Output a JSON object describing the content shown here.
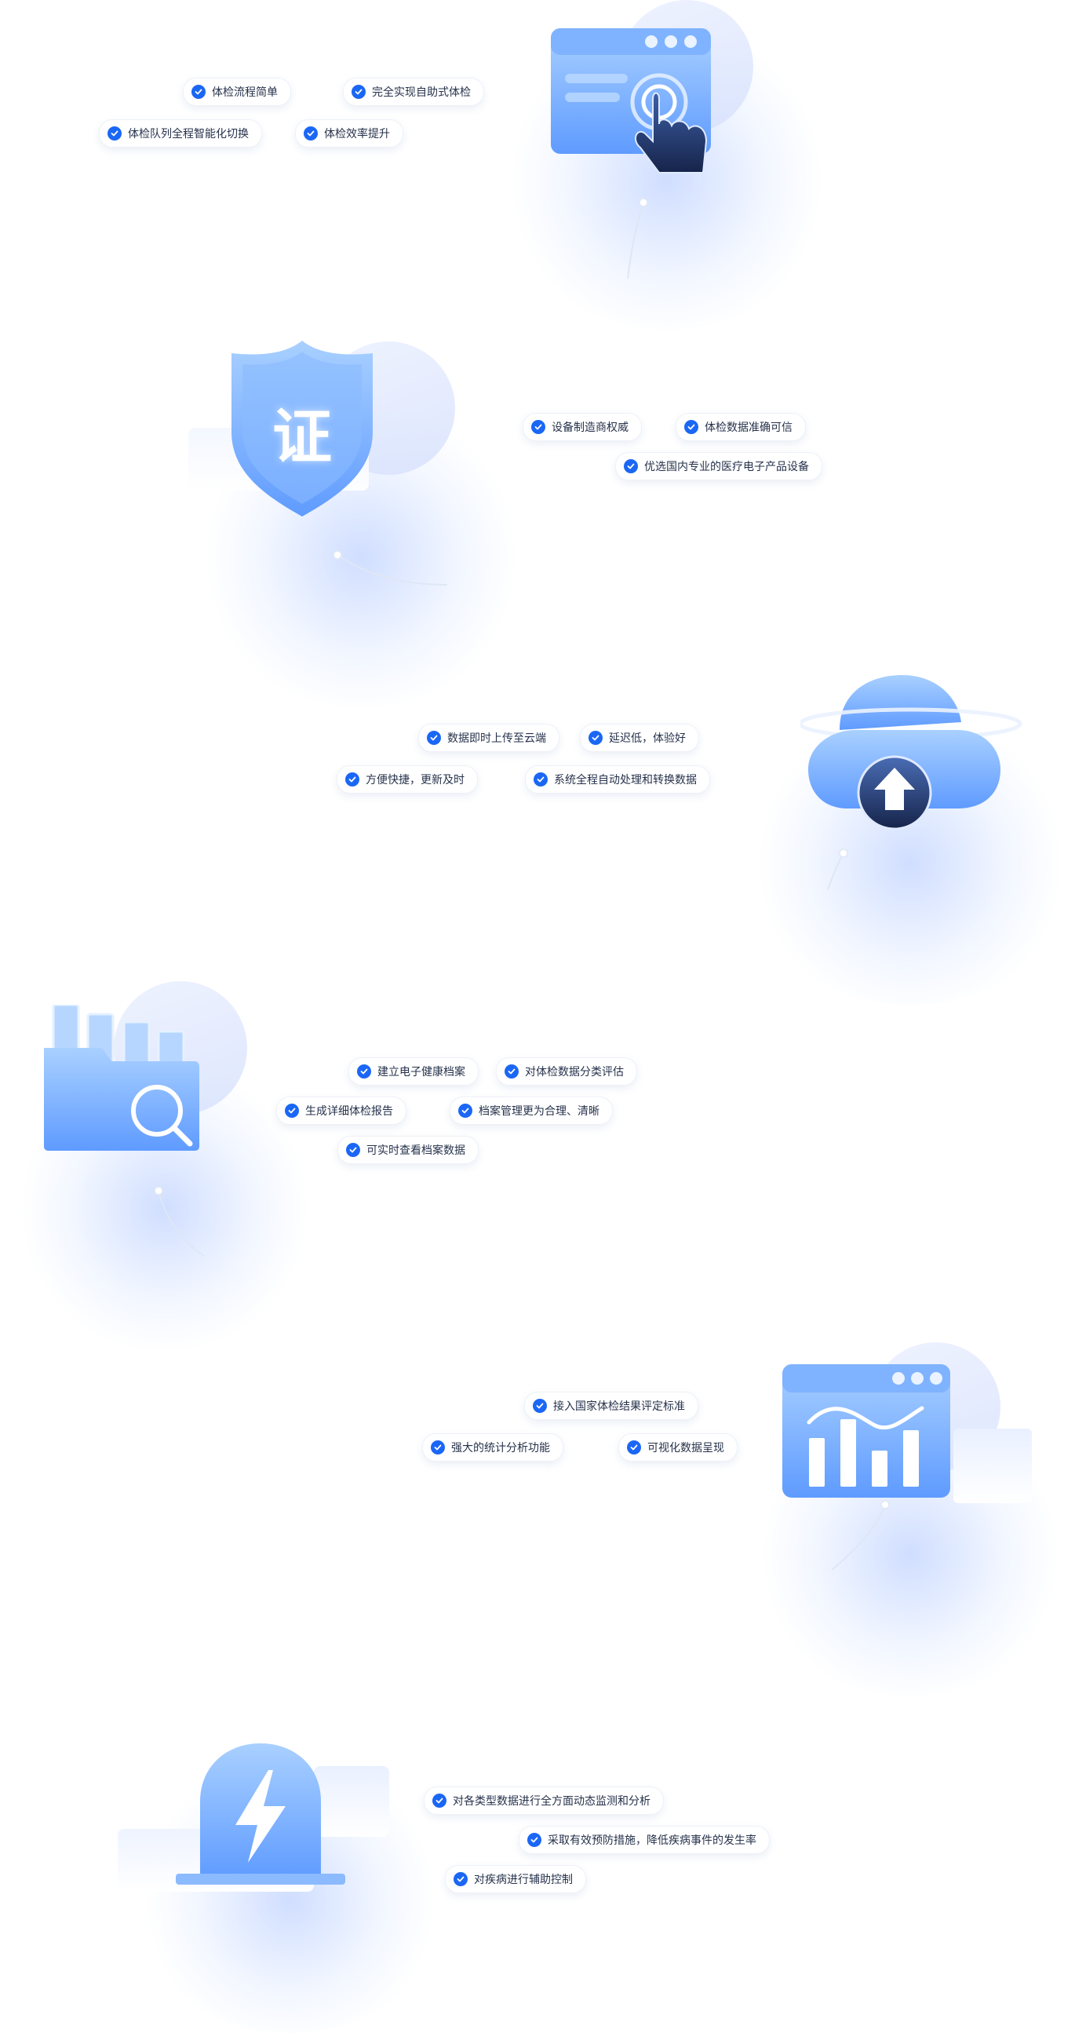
{
  "sections": [
    {
      "id": "self-service",
      "icon": "touch-screen-icon",
      "features": [
        "体检流程简单",
        "完全实现自助式体检",
        "体检队列全程智能化切换",
        "体检效率提升"
      ]
    },
    {
      "id": "certified",
      "icon": "certificate-shield-icon",
      "badge_char": "证",
      "features": [
        "设备制造商权威",
        "体检数据准确可信",
        "优选国内专业的医疗电子产品设备"
      ]
    },
    {
      "id": "cloud-upload",
      "icon": "cloud-upload-icon",
      "features": [
        "数据即时上传至云端",
        "延迟低，体验好",
        "方便快捷，更新及时",
        "系统全程自动处理和转换数据"
      ]
    },
    {
      "id": "health-records",
      "icon": "folder-search-icon",
      "features": [
        "建立电子健康档案",
        "对体检数据分类评估",
        "生成详细体检报告",
        "档案管理更为合理、清晰",
        "可实时查看档案数据"
      ]
    },
    {
      "id": "statistics",
      "icon": "bar-chart-window-icon",
      "features": [
        "接入国家体检结果评定标准",
        "强大的统计分析功能",
        "可视化数据呈现"
      ]
    },
    {
      "id": "monitoring",
      "icon": "lightning-alert-icon",
      "features": [
        "对各类型数据进行全方面动态监测和分析",
        "采取有效预防措施，降低疾病事件的发生率",
        "对疾病进行辅助控制"
      ]
    }
  ],
  "colors": {
    "accent": "#1b67f5",
    "icon_light": "#9cc7ff",
    "icon_mid": "#6aa2ff",
    "icon_dark": "#1f3a73"
  }
}
